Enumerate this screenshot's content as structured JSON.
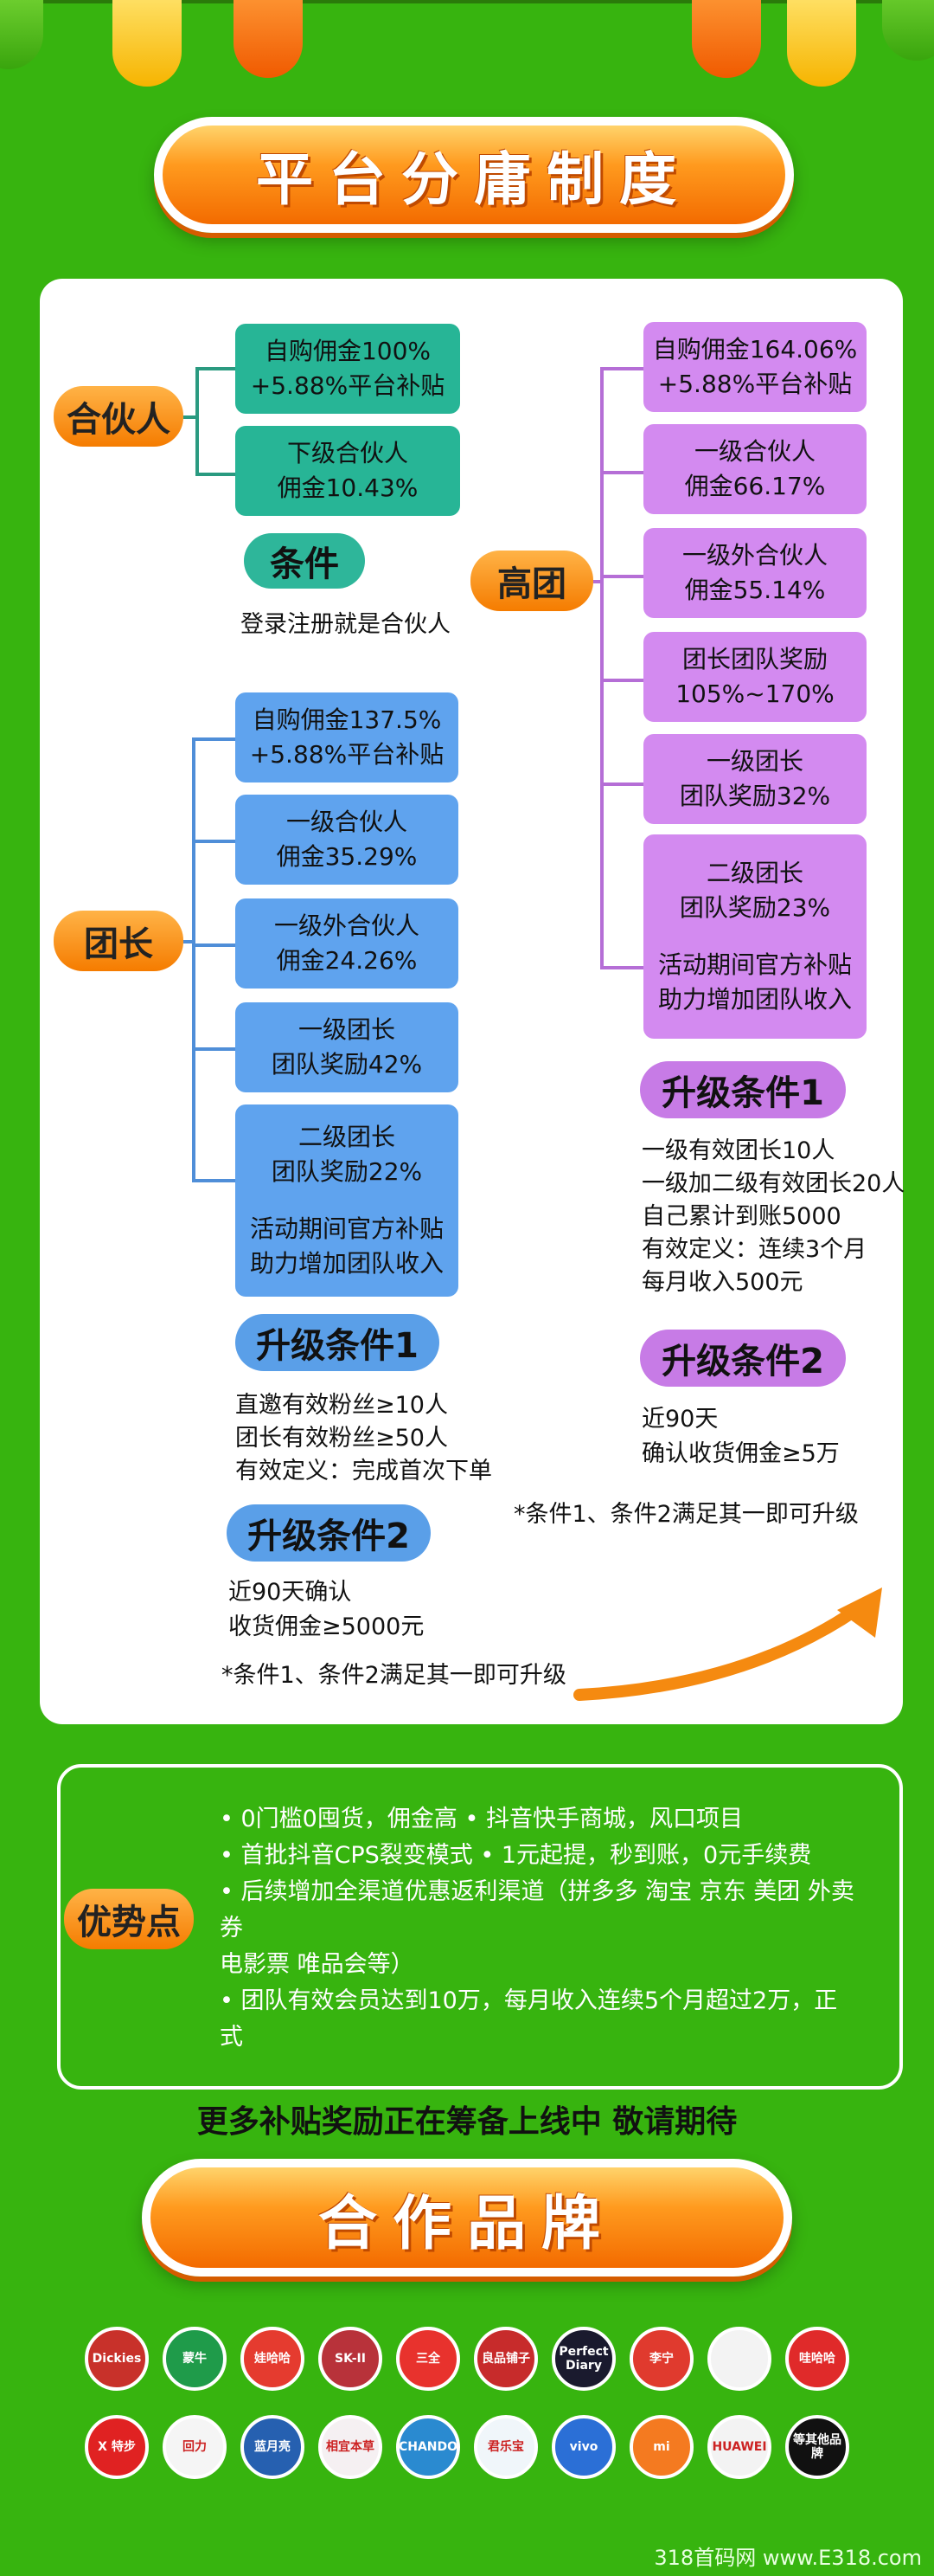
{
  "header": {
    "title": "平台分庸制度"
  },
  "partner": {
    "tag": "合伙人",
    "boxes": [
      {
        "l1": "自购佣金100%",
        "l2": "+5.88%平台补贴"
      },
      {
        "l1": "下级合伙人",
        "l2": "佣金10.43%"
      }
    ],
    "cond_tag": "条件",
    "cond_text": "登录注册就是合伙人"
  },
  "leader": {
    "tag": "团长",
    "boxes": [
      {
        "l1": "自购佣金137.5%",
        "l2": "+5.88%平台补贴"
      },
      {
        "l1": "一级合伙人",
        "l2": "佣金35.29%"
      },
      {
        "l1": "一级外合伙人",
        "l2": "佣金24.26%"
      },
      {
        "l1": "一级团长",
        "l2": "团队奖励42%"
      },
      {
        "l1": "二级团长",
        "l2": "团队奖励22%",
        "l3": "活动期间官方补贴",
        "l4": "助力增加团队收入"
      }
    ],
    "up1_tag": "升级条件1",
    "up1_lines": [
      "直邀有效粉丝≥10人",
      "团长有效粉丝≥50人",
      "有效定义：完成首次下单"
    ],
    "up2_tag": "升级条件2",
    "up2_lines": [
      "近90天确认",
      "收货佣金≥5000元"
    ],
    "note": "*条件1、条件2满足其一即可升级"
  },
  "senior": {
    "tag": "高团",
    "boxes": [
      {
        "l1": "自购佣金164.06%",
        "l2": "+5.88%平台补贴"
      },
      {
        "l1": "一级合伙人",
        "l2": "佣金66.17%"
      },
      {
        "l1": "一级外合伙人",
        "l2": "佣金55.14%"
      },
      {
        "l1": "团长团队奖励",
        "l2": "105%~170%"
      },
      {
        "l1": "一级团长",
        "l2": "团队奖励32%"
      },
      {
        "l1": "二级团长",
        "l2": "团队奖励23%",
        "l3": "活动期间官方补贴",
        "l4": "助力增加团队收入"
      }
    ],
    "up1_tag": "升级条件1",
    "up1_lines": [
      "一级有效团长10人",
      "一级加二级有效团长20人",
      "自己累计到账5000",
      "有效定义：连续3个月",
      "每月收入500元"
    ],
    "up2_tag": "升级条件2",
    "up2_lines": [
      "近90天",
      "确认收货佣金≥5万"
    ],
    "note": "*条件1、条件2满足其一即可升级"
  },
  "advantages": {
    "tag": "优势点",
    "lines": [
      "• 0门槛0囤货，佣金高   • 抖音快手商城，风口项目",
      "• 首批抖音CPS裂变模式   • 1元起提，秒到账，0元手续费",
      "• 后续增加全渠道优惠返利渠道（拼多多 淘宝 京东 美团 外卖",
      "券",
      "  电影票 唯品会等）",
      "• 团队有效会员达到10万，每月收入连续5个月超过2万，正",
      "式"
    ]
  },
  "slogan": "更多补贴奖励正在筹备上线中 敬请期待",
  "brands_title": "合作品牌",
  "brands_row1": [
    "Dickies",
    "蒙牛",
    "娃哈哈",
    "SK-II",
    "三全",
    "良品铺子",
    "Perfect Diary",
    "李宁",
    "",
    "哇哈哈"
  ],
  "brands_row2": [
    "X 特步",
    "回力",
    "蓝月亮",
    "相宜本草",
    "CHANDO",
    "君乐宝",
    "vivo",
    "mi",
    "HUAWEI",
    "等其他品牌"
  ],
  "brand_colors_row1": [
    "#c8312a",
    "#1f9b4a",
    "#e53b2f",
    "#b8323a",
    "#e8322d",
    "#c72b2b",
    "#1a1a2e",
    "#e03a2e",
    "#f3f3f3",
    "#e02a2a"
  ],
  "brand_colors_row2": [
    "#e02222",
    "#f5f5f5",
    "#2660b0",
    "#f5f0f2",
    "#2a8ad0",
    "#f0f6fa",
    "#2b6fd6",
    "#f47a20",
    "#f3f3f3",
    "#111111"
  ],
  "watermark": "318首码网 www.E318.com"
}
